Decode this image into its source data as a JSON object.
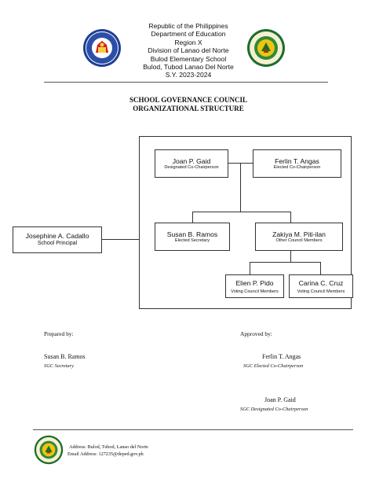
{
  "header": {
    "lines": [
      "Republic of the Philippines",
      "Department of Education",
      "Region X",
      "Division of Lanao del Norte",
      "Bulod Elementary School",
      "Bulod, Tubod Lanao Del Norte",
      "S.Y. 2023-2024"
    ],
    "left_seal_text": "KAGAWARAN NG EDUKASYON",
    "left_seal_bottom": "REPUBLIKA NG PILIPINAS",
    "right_seal_text": "BULOD ELEMENTARY SCHOOL"
  },
  "title": {
    "line1": "SCHOOL GOVERNANCE COUNCIL",
    "line2": "ORGANIZATIONAL STRUCTURE"
  },
  "org": {
    "principal": {
      "name": "Josephine A. Cadallo",
      "role": "School Principal"
    },
    "designated": {
      "name": "Joan P. Gaid",
      "role": "Designated Co-Chairperson"
    },
    "elected": {
      "name": "Ferlin T. Angas",
      "role": "Elected Co-Chairperson"
    },
    "secretary": {
      "name": "Susan B. Ramos",
      "role": "Elected Secretary"
    },
    "other": {
      "name": "Zakiya M. Piti-ilan",
      "role": "Other Council Members"
    },
    "voting1": {
      "name": "Elien P. Pido",
      "role": "Voting Council Members"
    },
    "voting2": {
      "name": "Carina C. Cruz",
      "role": "Voting Council Members"
    }
  },
  "signatures": {
    "prepared_label": "Prepared by:",
    "approved_label": "Approved by:",
    "preparer_name": "Susan B. Ramos",
    "preparer_role": "SGC Secretary",
    "approver1_name": "Ferlin T. Angas",
    "approver1_role": "SGC Elected Co-Chairperson",
    "approver2_name": "Joan P. Gaid",
    "approver2_role": "SGC Designated Co-Chairperson"
  },
  "footer": {
    "address": "Address: Bulod, Tubod, Lanao del Norte",
    "email": "Email Address: 127235@deped.gov.ph"
  }
}
